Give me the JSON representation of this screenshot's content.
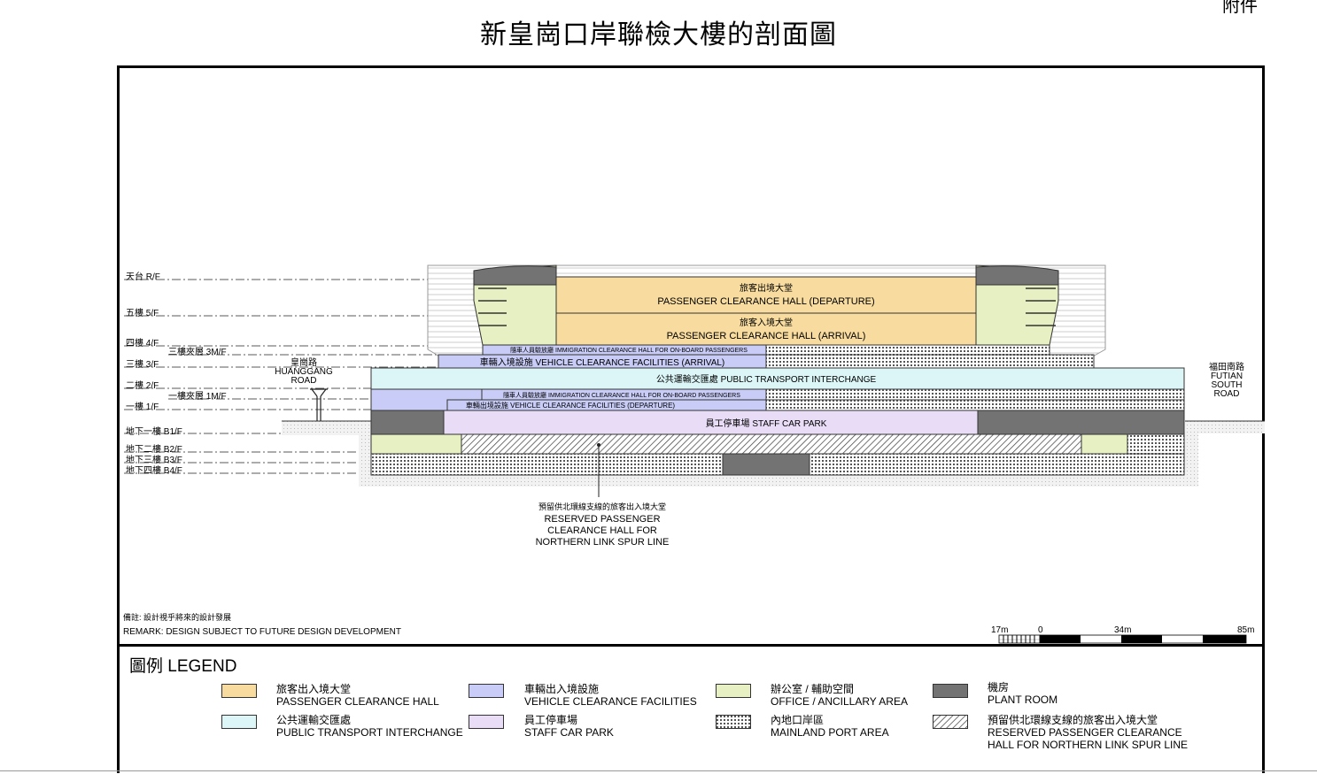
{
  "annex_label": "附件",
  "title": "新皇崗口岸聯檢大樓的剖面圖",
  "floors": [
    "天台 R/F",
    "五樓 5/F",
    "四樓 4/F",
    "三樓夾層 3M/F",
    "三樓 3/F",
    "二樓 2/F",
    "一樓夾層 1M/F",
    "一樓 1/F",
    "地下一樓 B1/F",
    "地下二樓 B2/F",
    "地下三樓 B3/F",
    "地下四樓 B4/F"
  ],
  "roads": {
    "left_zh": "皇崗路",
    "left_en_1": "HUANGGANG",
    "left_en_2": "ROAD",
    "right_zh": "福田南路",
    "right_en_1": "FUTIAN",
    "right_en_2": "SOUTH",
    "right_en_3": "ROAD"
  },
  "zones": {
    "departure_zh": "旅客出境大堂",
    "departure_en": "PASSENGER CLEARANCE HALL (DEPARTURE)",
    "arrival_zh": "旅客入境大堂",
    "arrival_en": "PASSENGER CLEARANCE HALL (ARRIVAL)",
    "immig_upper": "隨車人員驗放廳  IMMIGRATION CLEARANCE HALL FOR ON-BOARD PASSENGERS",
    "vehicle_arrival": "車輛入境設施 VEHICLE CLEARANCE FACILITIES (ARRIVAL)",
    "pti": "公共運輸交匯處 PUBLIC TRANSPORT INTERCHANGE",
    "immig_lower": "隨車人員驗放廳  IMMIGRATION CLEARANCE HALL FOR ON-BOARD PASSENGERS",
    "vehicle_departure": "車輛出境設施 VEHICLE CLEARANCE FACILITIES (DEPARTURE)",
    "staff_car_park": "員工停車場 STAFF CAR PARK"
  },
  "reserved_note": {
    "zh": "預留供北環線支線的旅客出入境大堂",
    "en1": "RESERVED PASSENGER",
    "en2": "CLEARANCE HALL FOR",
    "en3": "NORTHERN LINK SPUR LINE"
  },
  "remark": {
    "zh": "備註: 設計視乎將來的設計發展",
    "en": "REMARK: DESIGN SUBJECT TO FUTURE DESIGN DEVELOPMENT"
  },
  "scale": {
    "l1": "17m",
    "l2": "0",
    "l3": "34m",
    "l4": "85m"
  },
  "legend": {
    "title": "圖例   LEGEND",
    "items": [
      {
        "zh": "旅客出入境大堂",
        "en": "PASSENGER CLEARANCE HALL"
      },
      {
        "zh": "公共運輸交匯處",
        "en": "PUBLIC TRANSPORT INTERCHANGE"
      },
      {
        "zh": "車輛出入境設施",
        "en": "VEHICLE CLEARANCE FACILITIES"
      },
      {
        "zh": "員工停車場",
        "en": "STAFF CAR PARK"
      },
      {
        "zh": "辦公室 / 輔助空間",
        "en": "OFFICE / ANCILLARY AREA"
      },
      {
        "zh": "內地口岸區",
        "en": "MAINLAND PORT AREA"
      },
      {
        "zh": "機房",
        "en": "PLANT ROOM"
      },
      {
        "zh": "預留供北環線支線的旅客出入境大堂",
        "en": "RESERVED PASSENGER CLEARANCE",
        "en2": "HALL FOR NORTHERN LINK SPUR LINE"
      }
    ]
  },
  "colors": {
    "passenger": "#f8dc9f",
    "pti": "#dcf6f8",
    "vehicle": "#c8ccf6",
    "staff": "#e8dcf6",
    "office": "#e6f0c2",
    "plant": "#737373"
  }
}
